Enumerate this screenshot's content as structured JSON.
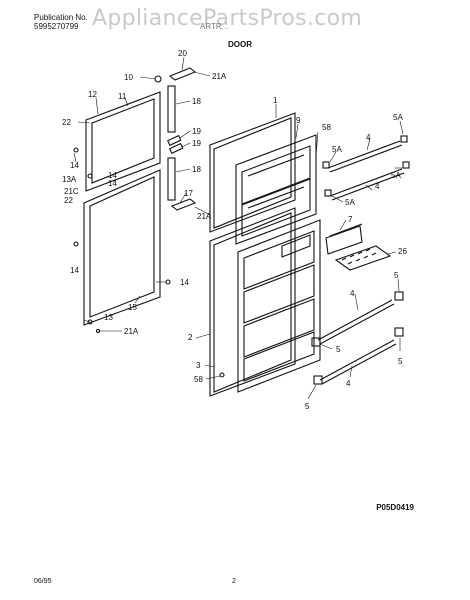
{
  "header": {
    "pub_label": "Publication No.",
    "pub_number": "5995270799",
    "watermark": "AppliancePartsPros.com",
    "model": "ARTR...",
    "section": "DOOR"
  },
  "footer": {
    "date": "06/95",
    "page": "2",
    "ref_code": "P05D0419"
  },
  "callouts": {
    "c20": "20",
    "c10": "10",
    "c21a_top": "21A",
    "c12": "12",
    "c11": "11",
    "c18a": "18",
    "c22a": "22",
    "c19a": "19",
    "c19b": "19",
    "c14a": "14",
    "c13a": "13A",
    "c14b": "14",
    "c14c": "14",
    "c21c": "21C",
    "c22b": "22",
    "c18b": "18",
    "c17": "17",
    "c21a_mid": "21A",
    "c14d": "14",
    "c14e": "14",
    "c15": "15",
    "c13b": "13",
    "c21a_bot": "21A",
    "c1": "1",
    "c9": "9",
    "c58a": "58",
    "c5a1": "5A",
    "c4a": "4",
    "c5a2": "5A",
    "c5a3": "5A",
    "c4b": "4",
    "c5a4": "5A",
    "c7": "7",
    "c26": "26",
    "c2": "2",
    "c4c": "4",
    "c5b": "5",
    "c5c": "5",
    "c3": "3",
    "c58b": "58",
    "c4d": "4",
    "c5d": "5",
    "c5e": "5"
  }
}
